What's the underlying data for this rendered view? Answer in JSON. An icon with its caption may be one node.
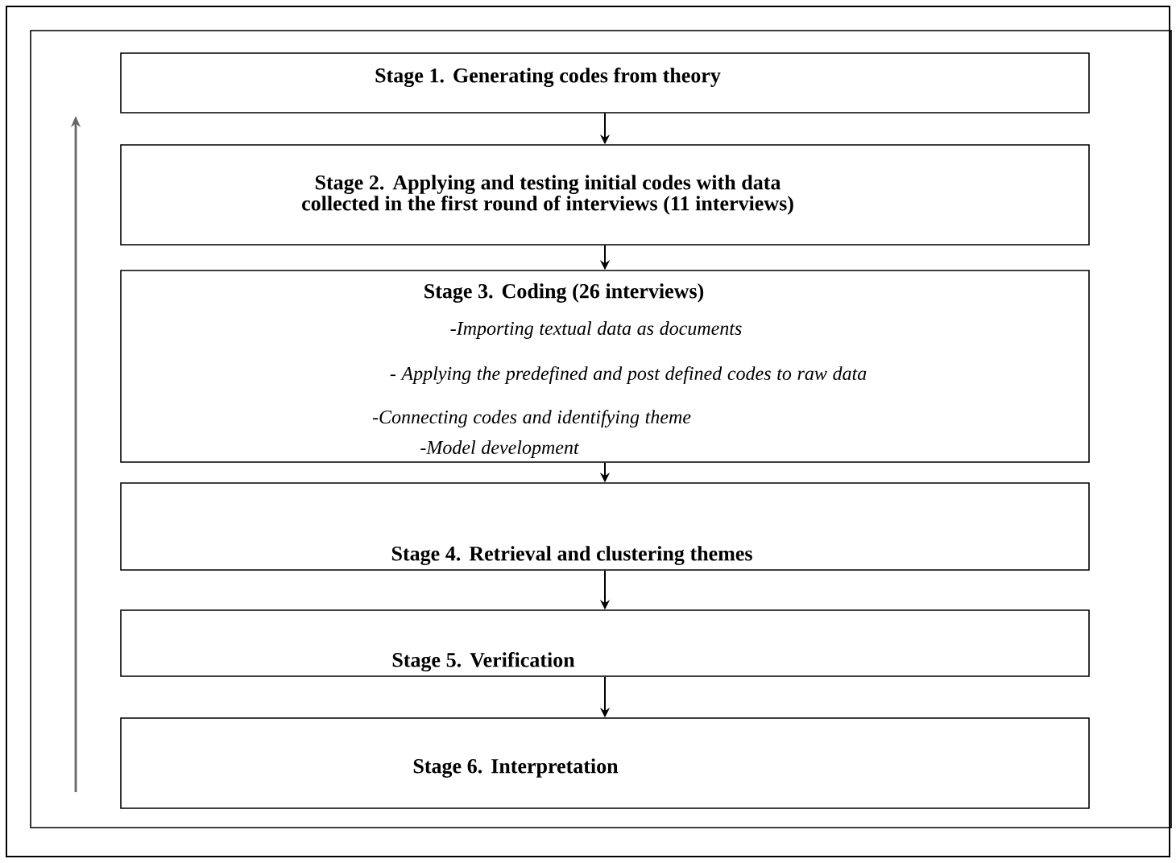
{
  "diagram": {
    "nodes": [
      {
        "text": [
          "Stage 1. Generating codes from theory"
        ]
      },
      {
        "text": [
          "Stage 2. Applying and testing initial codes with data collected in the first round of interviews (11 interviews)"
        ]
      },
      {
        "text": [
          "Stage 3. Coding (26 interviews)",
          "-Importing textual data as documents",
          "- Applying the predefined and post defined codes to raw data",
          "-Connecting codes and identifying theme",
          "-Model development"
        ]
      },
      {
        "text": [
          "Stage 4. Retrieval and clustering themes"
        ]
      },
      {
        "text": [
          "Stage 5. Verification"
        ]
      },
      {
        "text": [
          "Stage 6. Interpretation"
        ]
      }
    ],
    "edges": [
      {
        "from": 0,
        "to": 1,
        "arrow": "to"
      },
      {
        "from": 1,
        "to": 2,
        "arrow": "to"
      },
      {
        "from": 2,
        "to": 3,
        "arrow": "to"
      },
      {
        "from": 3,
        "to": 4,
        "arrow": "to"
      },
      {
        "from": 4,
        "to": 5,
        "arrow": "to"
      }
    ]
  }
}
